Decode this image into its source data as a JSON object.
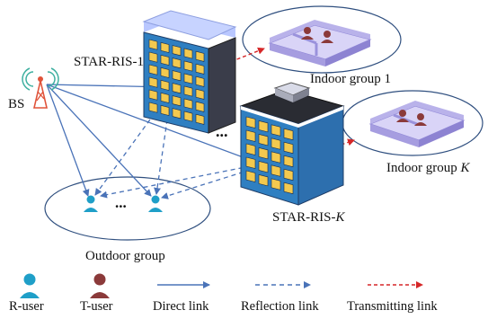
{
  "labels": {
    "bs": "BS",
    "ris1": "STAR-RIS-1",
    "risk_prefix": "STAR-RIS-",
    "risk_italic": "K",
    "indoor1": "Indoor group 1",
    "indoork_prefix": "Indoor group ",
    "indoork_italic": "K",
    "outdoor": "Outdoor group",
    "ellipsis_buildings": "...",
    "ellipsis_users": "..."
  },
  "legend": {
    "r_user": "R-user",
    "t_user": "T-user",
    "direct": "Direct link",
    "reflection": "Reflection link",
    "transmitting": "Transmitting link"
  },
  "colors": {
    "r_user": "#1f9fc8",
    "t_user": "#8b3a3a",
    "direct": "#4a73b8",
    "reflection": "#4a73b8",
    "transmitting": "#d62728",
    "building_dark": "#3a3d4a",
    "building_blue": "#2f7fc1",
    "room": "#c9c3f0"
  }
}
